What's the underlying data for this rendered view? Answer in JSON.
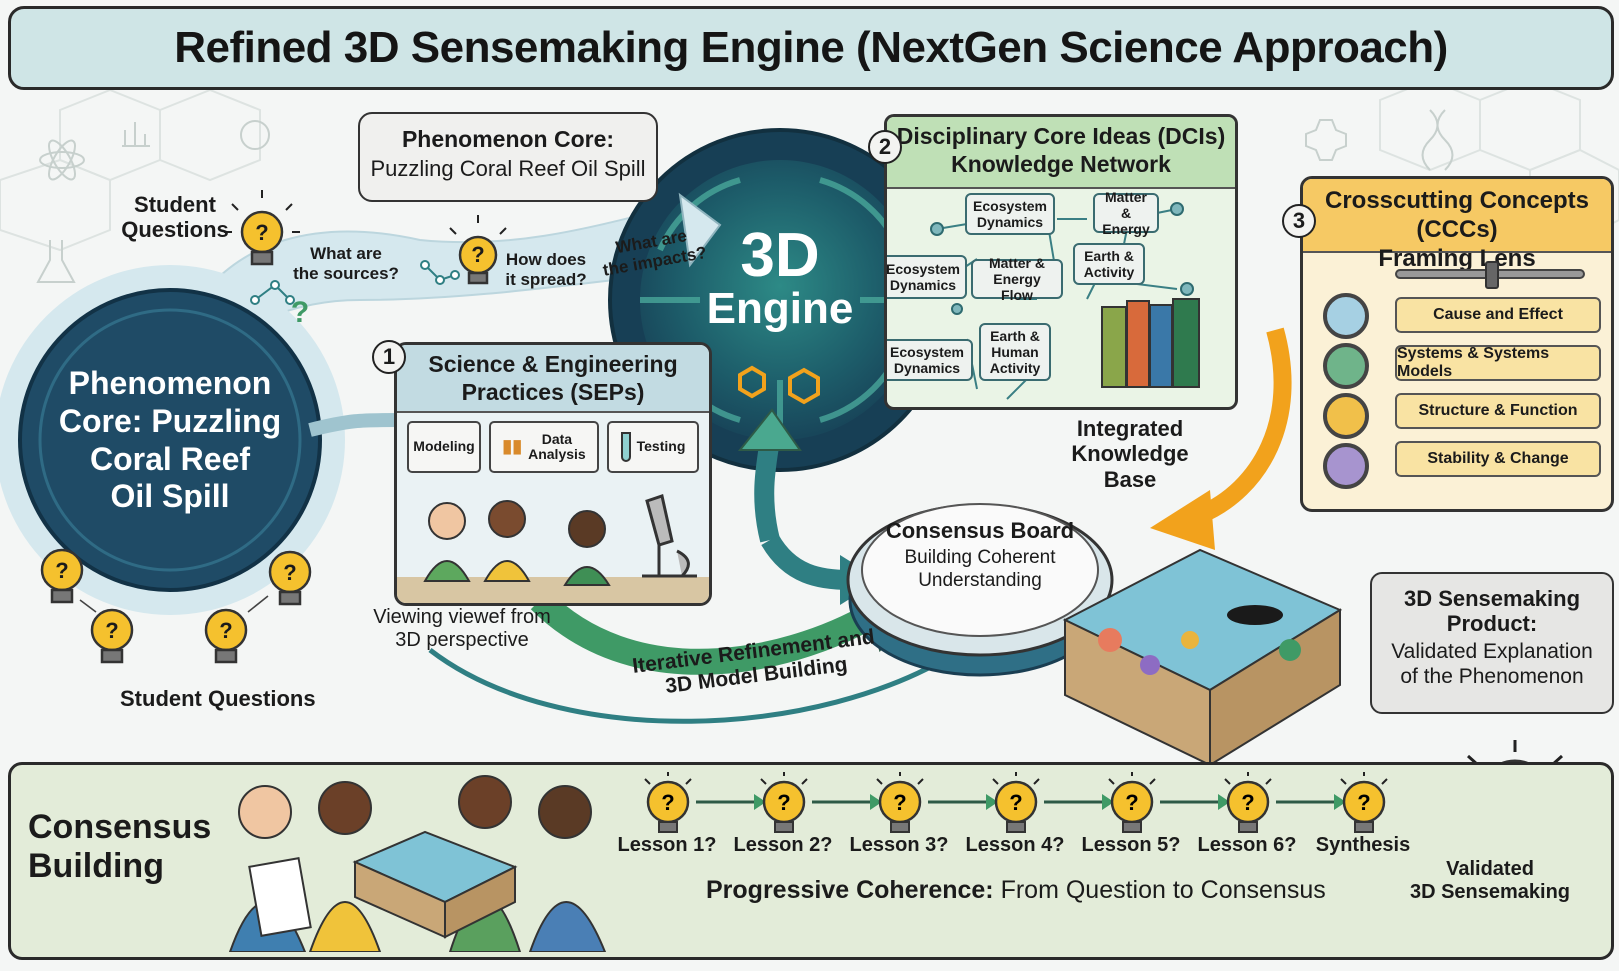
{
  "title": "Refined 3D Sensemaking Engine (NextGen Science Approach)",
  "phenomenon_bubble": {
    "line1": "Phenomenon Core:",
    "line2": "Puzzling Coral Reef Oil Spill"
  },
  "student_questions_top": "Student\nQuestions",
  "questions": {
    "q1": "What are\nthe sources?",
    "q2": "How does\nit spread?",
    "q3": "What are\nthe impacts?"
  },
  "core_circle": "Phenomenon\nCore: Puzzling\nCoral Reef\nOil Spill",
  "engine": {
    "line1": "3D",
    "line2": "Engine"
  },
  "dci": {
    "number": "2",
    "title": "Disciplinary Core Ideas (DCIs)\nKnowledge Network",
    "nodes": [
      "Ecosystem\nDynamics",
      "Matter &\nEnergy",
      "Ecosystem\nDynamics",
      "Matter &\nEnergy Flow",
      "Earth &\nActivity",
      "Ecosystem\nDynamics",
      "Earth &\nHuman\nActivity"
    ],
    "caption": "Integrated Knowledge\nBase"
  },
  "ccc": {
    "number": "3",
    "title": "Crosscutting Concepts (CCCs)\nFraming Lens",
    "items": [
      "Cause and Effect",
      "Systems & Systems Models",
      "Structure & Function",
      "Stability & Change"
    ]
  },
  "sep": {
    "number": "1",
    "title": "Science & Engineering\nPractices (SEPs)",
    "tools": [
      "Modeling",
      "Data\nAnalysis",
      "Testing"
    ],
    "caption": "Viewing viewef from\n3D perspective"
  },
  "consensus_board": {
    "title": "Consensus Board",
    "subtitle": "Building Coherent\nUnderstanding"
  },
  "iterative_label": "Iterative Refinement and\n3D Model Building",
  "product": {
    "title": "3D Sensemaking\nProduct:",
    "subtitle": "Validated Explanation\nof the Phenomenon"
  },
  "student_questions_bottom": "Student Questions",
  "bottom": {
    "heading": "Consensus\nBuilding",
    "lessons": [
      "Lesson 1?",
      "Lesson 2?",
      "Lesson 3?",
      "Lesson 4?",
      "Lesson 5?",
      "Lesson 6?",
      "Synthesis"
    ],
    "progress_bold": "Progressive Coherence:",
    "progress_rest": " From Question to Consensus",
    "validated": "Validated\n3D Sensemaking"
  },
  "colors": {
    "navy": "#1f4b66",
    "teal": "#2f7f83",
    "green_panel": "#bfe0b6",
    "orange_panel": "#f6c964",
    "blue_panel": "#c2dbe2",
    "bulb_yellow": "#f5c12e",
    "arrow_orange": "#f2a21c",
    "arrow_green": "#3f9a66"
  }
}
